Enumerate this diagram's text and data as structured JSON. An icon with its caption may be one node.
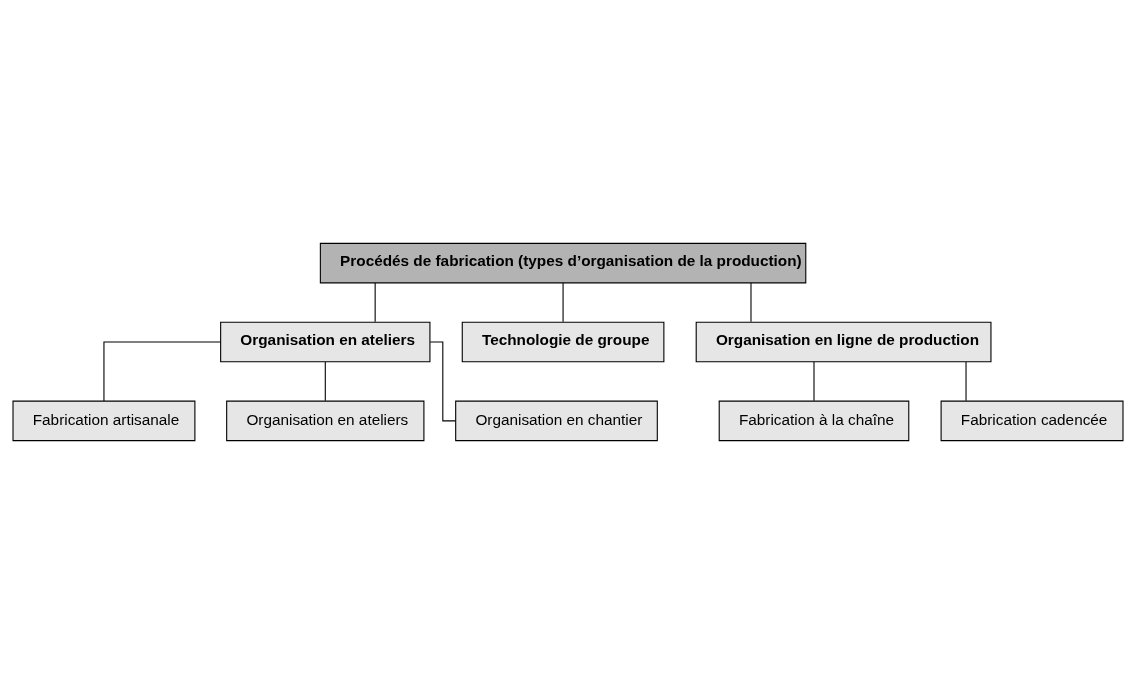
{
  "diagram": {
    "nodes": [
      {
        "text": [
          "Procédés de fabrication (types d’organisation de la production)"
        ]
      },
      {
        "text": [
          "Organisation en ateliers"
        ]
      },
      {
        "text": [
          "Technologie de groupe"
        ]
      },
      {
        "text": [
          "Organisation en ligne de production"
        ]
      },
      {
        "text": [
          "Fabrication artisanale"
        ]
      },
      {
        "text": [
          "Organisation en ateliers"
        ]
      },
      {
        "text": [
          "Organisation en chantier"
        ]
      },
      {
        "text": [
          "Fabrication à la chaîne"
        ]
      },
      {
        "text": [
          "Fabrication cadencée"
        ]
      }
    ],
    "edges": [
      {
        "from": 0,
        "to": 1,
        "arrow": "none"
      },
      {
        "from": 0,
        "to": 2,
        "arrow": "none"
      },
      {
        "from": 0,
        "to": 3,
        "arrow": "none"
      },
      {
        "from": 1,
        "to": 4,
        "arrow": "none"
      },
      {
        "from": 1,
        "to": 5,
        "arrow": "none"
      },
      {
        "from": 1,
        "to": 6,
        "arrow": "none"
      },
      {
        "from": 3,
        "to": 7,
        "arrow": "none"
      },
      {
        "from": 3,
        "to": 8,
        "arrow": "none"
      }
    ]
  }
}
